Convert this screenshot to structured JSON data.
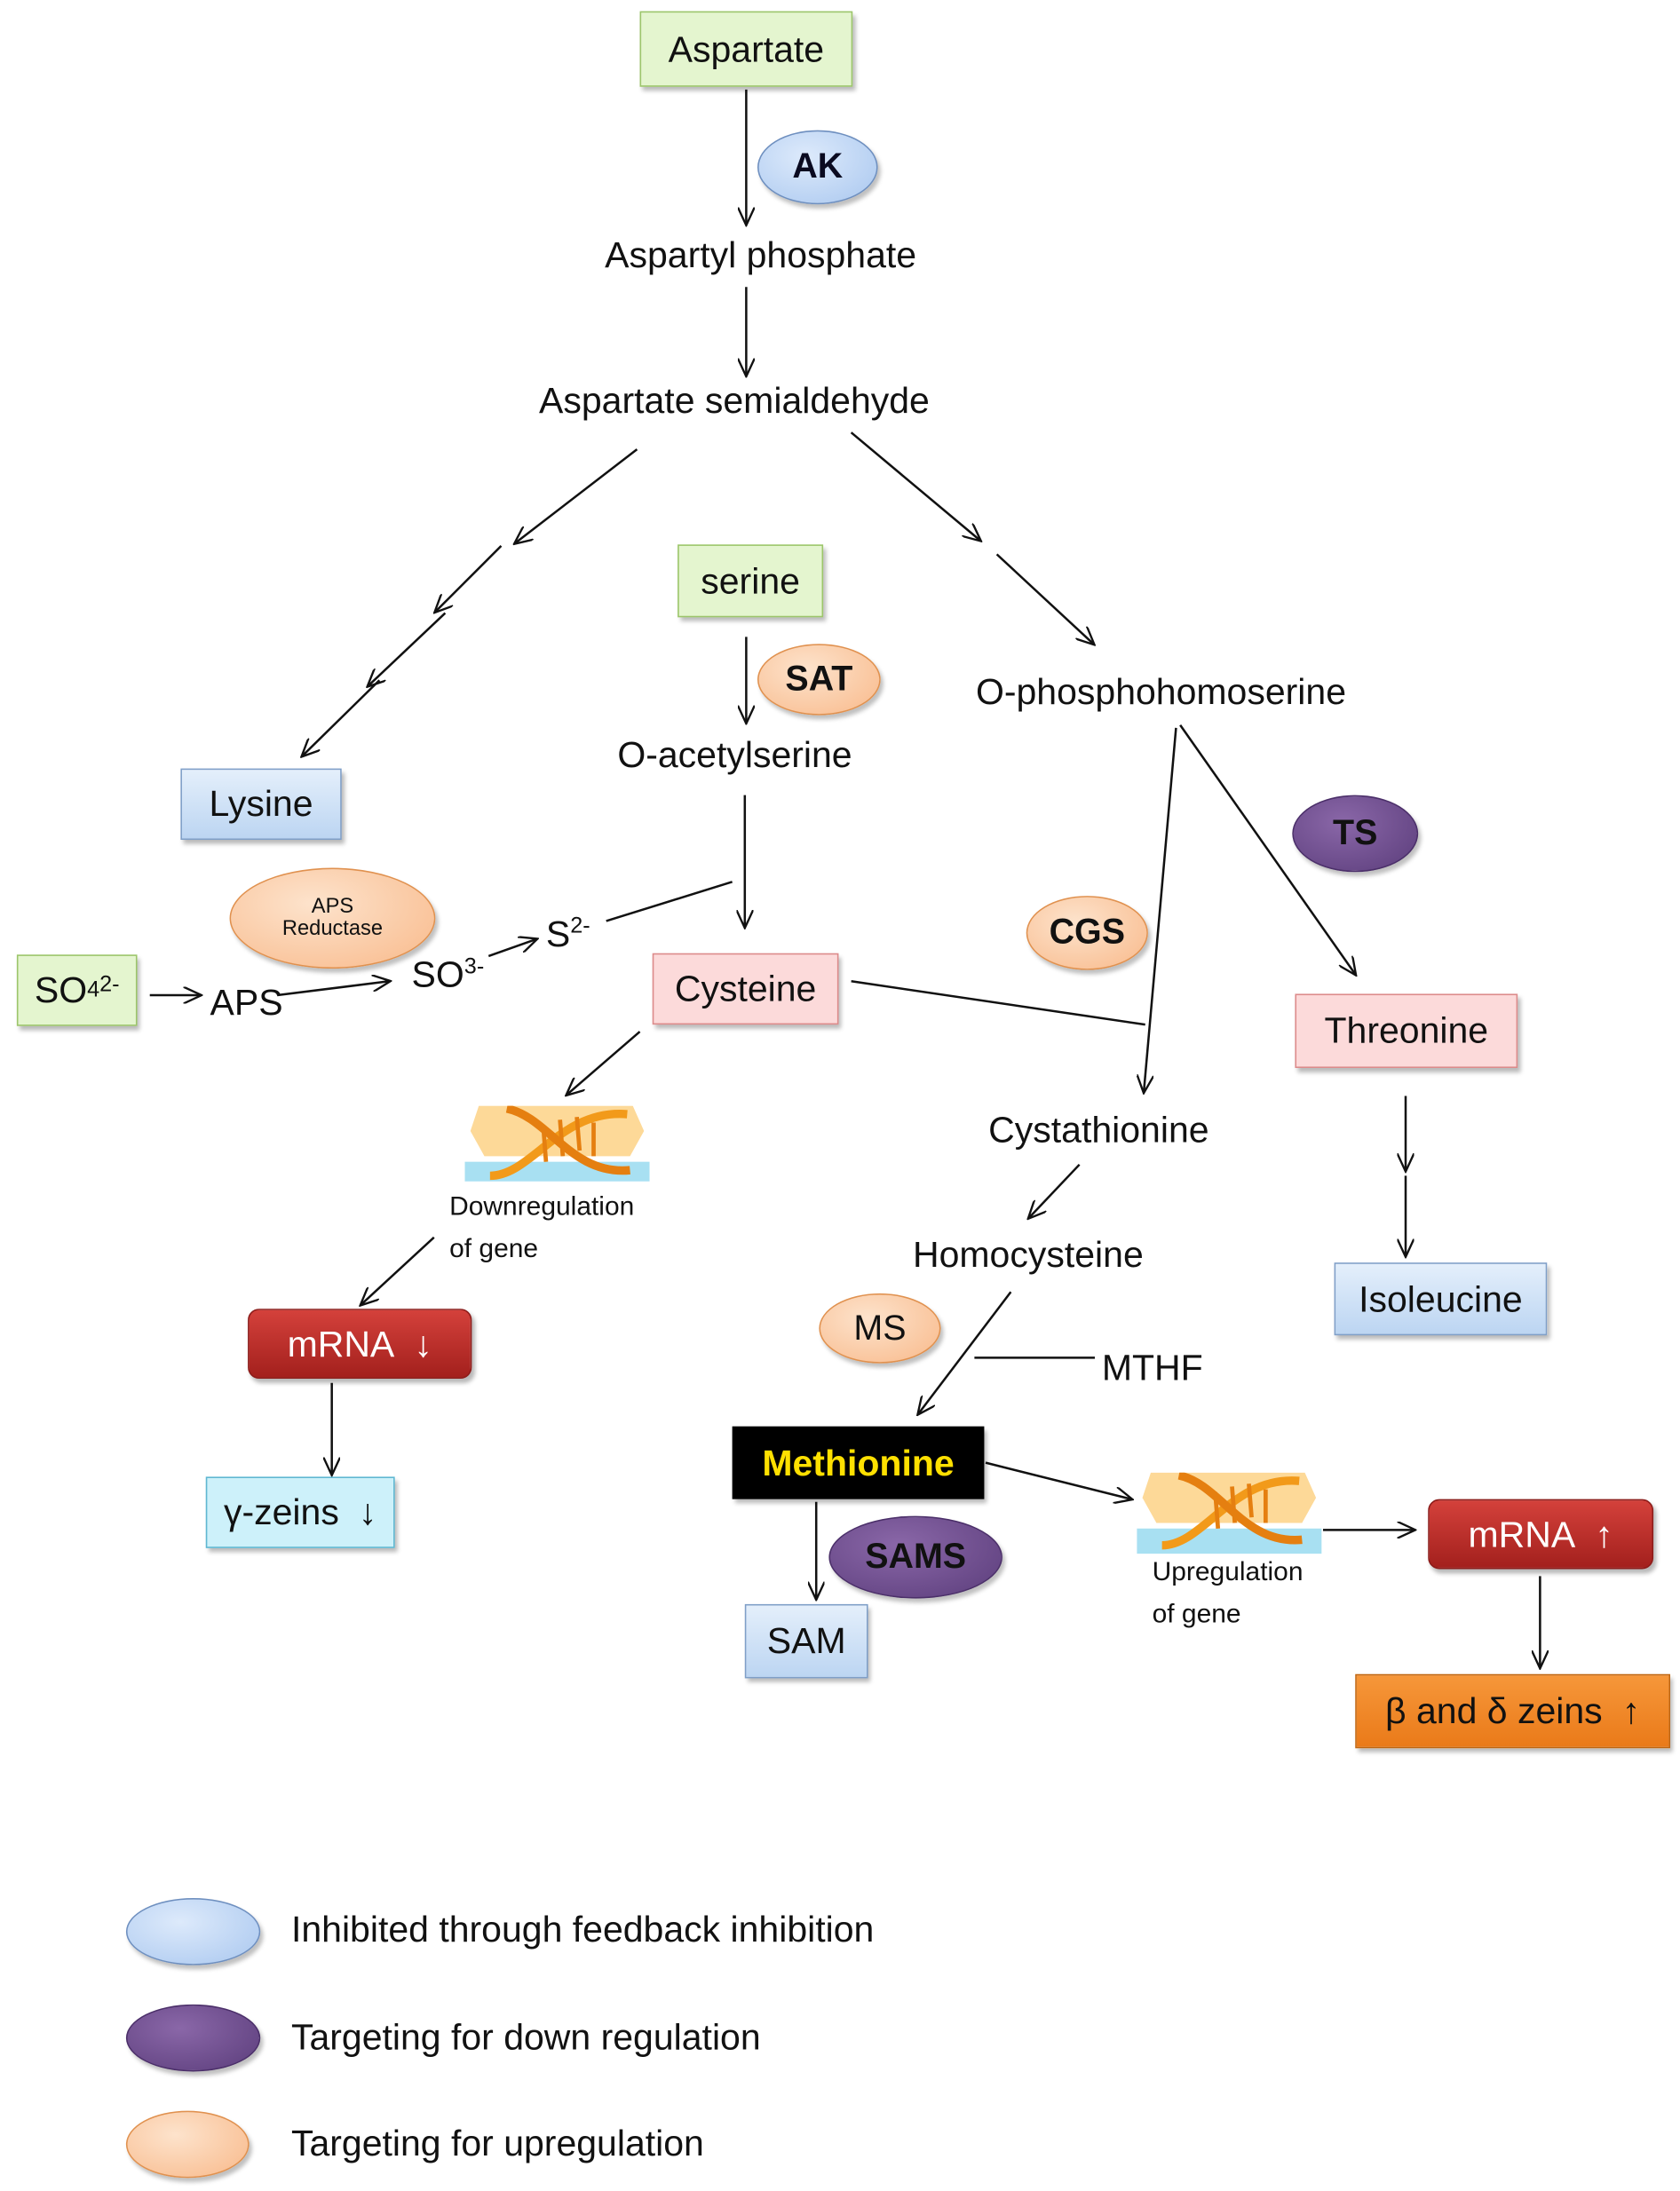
{
  "nodes": {
    "aspartate": "Aspartate",
    "aspartyl_phosphate": "Aspartyl phosphate",
    "aspartate_semialdehyde": "Aspartate semialdehyde",
    "serine": "serine",
    "o_acetylserine": "O-acetylserine",
    "o_phosphohomoserine": "O-phosphohomoserine",
    "lysine": "Lysine",
    "cysteine": "Cysteine",
    "threonine": "Threonine",
    "cystathionine": "Cystathionine",
    "homocysteine": "Homocysteine",
    "isoleucine": "Isoleucine",
    "mthf": "MTHF",
    "methionine": "Methionine",
    "sam": "SAM",
    "aps": "APS",
    "so4": "SO",
    "so4_sub": "4",
    "so4_sup": "2-",
    "so3": "SO",
    "so3_sup": "3-",
    "s2": "S",
    "s2_sup": "2-"
  },
  "enzymes": {
    "ak": "AK",
    "sat": "SAT",
    "ts": "TS",
    "cgs": "CGS",
    "aps_reductase_line1": "APS",
    "aps_reductase_line2": "Reductase",
    "ms": "MS",
    "sams": "SAMS"
  },
  "gene_regulation": {
    "down_label_line1": "Downregulation",
    "down_label_line2": "of gene",
    "up_label_line1": "Upregulation",
    "up_label_line2": "of gene",
    "mrna_down": "mRNA",
    "mrna_down_arrow": "↓",
    "gamma_zeins": "γ-zeins",
    "gamma_zeins_arrow": "↓",
    "mrna_up": "mRNA",
    "mrna_up_arrow": "↑",
    "beta_delta_zeins": "β and δ zeins",
    "beta_delta_zeins_arrow": "↑"
  },
  "legend": [
    {
      "label": "Inhibited through feedback inhibition",
      "color": "#bcd5f2"
    },
    {
      "label": "Targeting for down regulation",
      "color": "#6b4b8c"
    },
    {
      "label": "Targeting for upregulation",
      "color": "#fbc9a0"
    }
  ],
  "colors": {
    "substrate": "#e4f5cf",
    "end_product_feedback": "#bcd5f2",
    "amino_acid": "#fcdada",
    "methionine_bg": "#000000",
    "methionine_text": "#ffe000",
    "mrna": "#b82b27",
    "zeins_up": "#f08a2a",
    "zeins_down": "#cdf1fa"
  }
}
